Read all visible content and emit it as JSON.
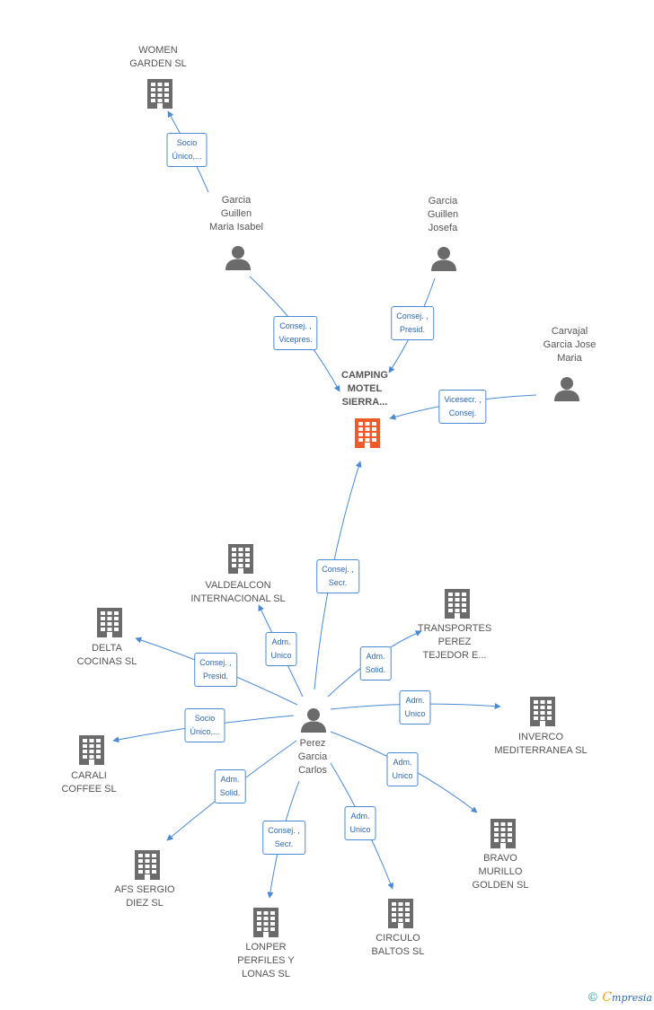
{
  "colors": {
    "edge": "#4a8ad4",
    "company": "#6b6b6b",
    "main_company": "#ef5a28",
    "person": "#6b6b6b",
    "label_border": "#4a8ad4",
    "label_text": "#2c68b0"
  },
  "nodes": [
    {
      "id": "camping",
      "type": "company",
      "main": true,
      "label": "CAMPING\nMOTEL\nSIERRA...",
      "icon": "building-icon"
    },
    {
      "id": "women",
      "type": "company",
      "label": "WOMEN\nGARDEN SL",
      "icon": "building-icon"
    },
    {
      "id": "garcia_maria",
      "type": "person",
      "label": "Garcia\nGuillen\nMaria Isabel",
      "icon": "person-icon"
    },
    {
      "id": "garcia_josefa",
      "type": "person",
      "label": "Garcia\nGuillen\nJosefa",
      "icon": "person-icon"
    },
    {
      "id": "carvajal",
      "type": "person",
      "label": "Carvajal\nGarcia Jose\nMaria",
      "icon": "person-icon"
    },
    {
      "id": "perez",
      "type": "person",
      "label": "Perez\nGarcia\nCarlos",
      "icon": "person-icon"
    },
    {
      "id": "valdealcon",
      "type": "company",
      "label": "VALDEALCON\nINTERNACIONAL SL",
      "icon": "building-icon"
    },
    {
      "id": "transportes",
      "type": "company",
      "label": "TRANSPORTES\nPEREZ\nTEJEDOR E...",
      "icon": "building-icon"
    },
    {
      "id": "delta",
      "type": "company",
      "label": "DELTA\nCOCINAS  SL",
      "icon": "building-icon"
    },
    {
      "id": "inverco",
      "type": "company",
      "label": "INVERCO\nMEDITERRANEA SL",
      "icon": "building-icon"
    },
    {
      "id": "carali",
      "type": "company",
      "label": "CARALI\nCOFFEE SL",
      "icon": "building-icon"
    },
    {
      "id": "bravo",
      "type": "company",
      "label": "BRAVO\nMURILLO\nGOLDEN SL",
      "icon": "building-icon"
    },
    {
      "id": "afs",
      "type": "company",
      "label": "AFS SERGIO\nDIEZ SL",
      "icon": "building-icon"
    },
    {
      "id": "lonper",
      "type": "company",
      "label": "LONPER\nPERFILES Y\nLONAS SL",
      "icon": "building-icon"
    },
    {
      "id": "circulo",
      "type": "company",
      "label": "CIRCULO\nBALTOS  SL",
      "icon": "building-icon"
    }
  ],
  "edges": [
    {
      "from": "garcia_maria",
      "to": "women",
      "label": "Socio\nÚnico,..."
    },
    {
      "from": "garcia_maria",
      "to": "camping",
      "label": "Consej. ,\nVicepres."
    },
    {
      "from": "garcia_josefa",
      "to": "camping",
      "label": "Consej. ,\nPresid."
    },
    {
      "from": "carvajal",
      "to": "camping",
      "label": "Vicesecr. ,\nConsej."
    },
    {
      "from": "perez",
      "to": "camping",
      "label": "Consej. ,\nSecr."
    },
    {
      "from": "perez",
      "to": "valdealcon",
      "label": "Adm.\nUnico"
    },
    {
      "from": "perez",
      "to": "transportes",
      "label": "Adm.\nSolid."
    },
    {
      "from": "perez",
      "to": "delta",
      "label": "Consej. ,\nPresid."
    },
    {
      "from": "perez",
      "to": "inverco",
      "label": "Adm.\nUnico"
    },
    {
      "from": "perez",
      "to": "carali",
      "label": "Socio\nÚnico,..."
    },
    {
      "from": "perez",
      "to": "bravo",
      "label": "Adm.\nUnico"
    },
    {
      "from": "perez",
      "to": "afs",
      "label": "Adm.\nSolid."
    },
    {
      "from": "perez",
      "to": "lonper",
      "label": "Consej. ,\nSecr."
    },
    {
      "from": "perez",
      "to": "circulo",
      "label": "Adm.\nUnico"
    }
  ],
  "brand": {
    "copyright": "©",
    "initial": "C",
    "rest": "mpresia"
  }
}
